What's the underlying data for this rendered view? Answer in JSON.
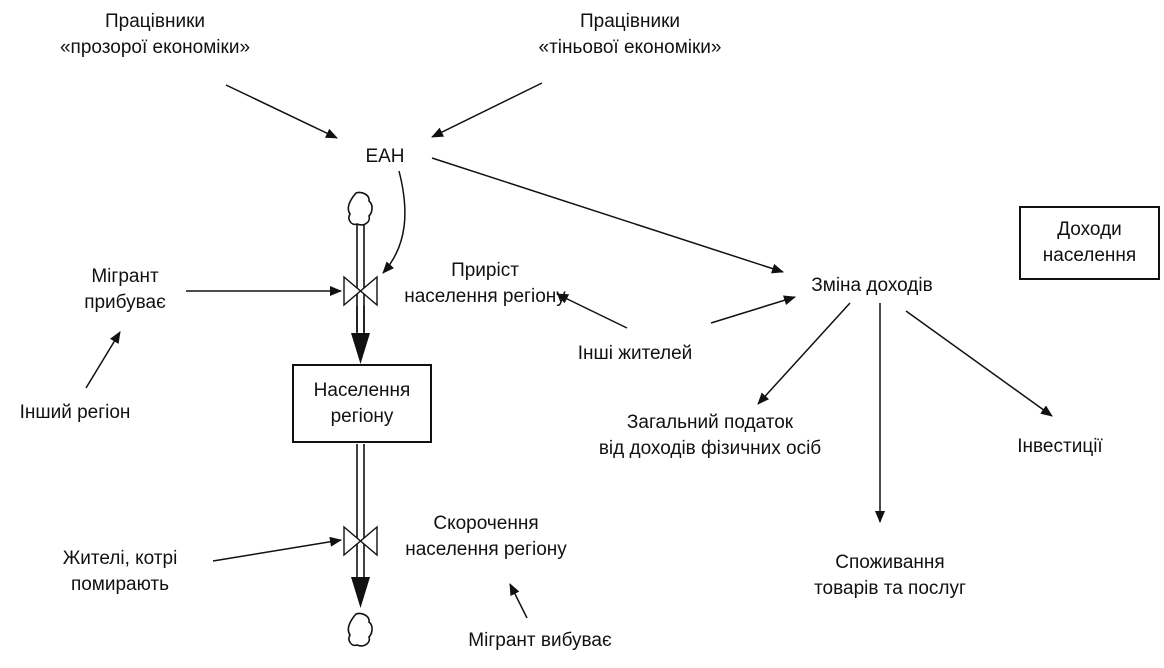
{
  "nodes": {
    "transparent_workers": {
      "line1": "Працівники",
      "line2": "«прозорої економіки»"
    },
    "shadow_workers": {
      "line1": "Працівники",
      "line2": "«тіньової економіки»"
    },
    "ean": "ЕАН",
    "migrant_arriving": {
      "line1": "Мігрант",
      "line2": "прибуває"
    },
    "other_region": "Інший регіон",
    "growth": {
      "line1": "Приріст",
      "line2": "населення регіону"
    },
    "other_residents": "Інші жителей",
    "income_change": "Зміна доходів",
    "household_income": {
      "line1": "Доходи",
      "line2": "населення"
    },
    "population": {
      "line1": "Населення",
      "line2": "регіону"
    },
    "income_tax": {
      "line1": "Загальний податок",
      "line2": "від доходів фізичних осіб"
    },
    "investments": "Інвестиції",
    "consumption": {
      "line1": "Споживання",
      "line2": "товарів та послуг"
    },
    "reduction": {
      "line1": "Скорочення",
      "line2": "населення регіону"
    },
    "dying_residents": {
      "line1": "Жителі, котрі",
      "line2": "помирають"
    },
    "migrant_leaving": "Мігрант вибуває"
  }
}
